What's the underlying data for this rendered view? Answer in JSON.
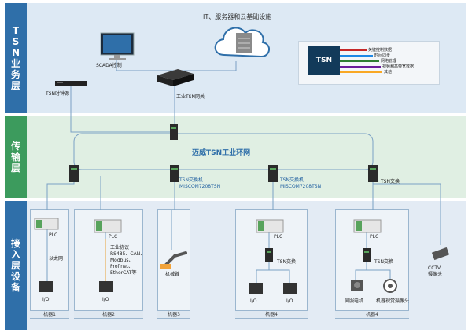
{
  "layers": {
    "top": "TSN业务层",
    "mid": "传输层",
    "bot": "接入层设备"
  },
  "top": {
    "it_title": "IT、服务器和云基础设施",
    "scada": "SCADA控制",
    "tsn_clock": "TSN时钟源",
    "gateway": "工业TSN网关"
  },
  "legend": {
    "badge": "TSN",
    "items": [
      {
        "label": "关键控制数据",
        "color": "#c62828"
      },
      {
        "label": "时间同步",
        "color": "#1e88e5"
      },
      {
        "label": "网络管理",
        "color": "#2e7d32"
      },
      {
        "label": "视频和高带宽数据",
        "color": "#6a1b9a"
      },
      {
        "label": "其他",
        "color": "#f9a825"
      }
    ]
  },
  "mid": {
    "ring_label": "迈威TSN工业环网",
    "switch_label": "TSN交换机",
    "switch_model": "MISCOM7208TSN",
    "switch_right": "TSN交换"
  },
  "bot": {
    "plc": "PLC",
    "ethernet": "以太网",
    "protocols": "工业协议\nRS485、CAN、\nModbus、\nProfinet、\nEtherCAT等",
    "io": "I/O",
    "robot": "机械臂",
    "tsn_switch": "TSN交换",
    "cctv": "CCTV\n摄像头",
    "servo": "伺服电机",
    "vision": "机器视觉摄像头",
    "machines": [
      "机器1",
      "机器2",
      "机器3",
      "机器4",
      "机器4"
    ]
  }
}
